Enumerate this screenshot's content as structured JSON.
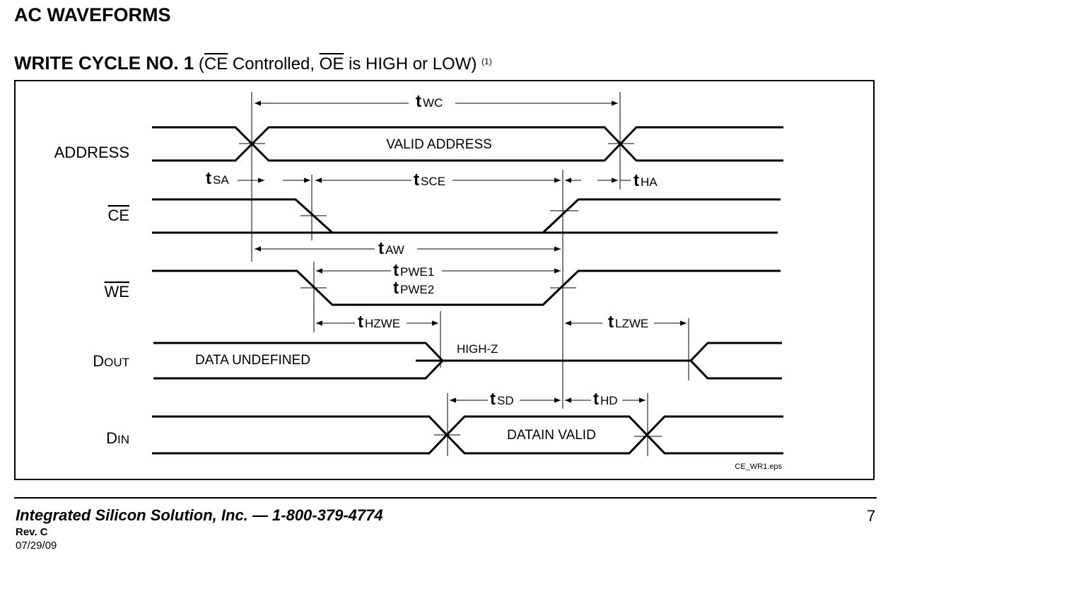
{
  "heading": "AC WAVEFORMS",
  "subheading": {
    "bold": "WRITE CYCLE NO. 1",
    "open": " (",
    "ce": "CE",
    "mid": " Controlled, ",
    "oe": "OE",
    "rest": " is HIGH or LOW) ",
    "note": "(1)"
  },
  "diagram": {
    "signals": {
      "address": "ADDRESS",
      "ce": "CE",
      "we": "WE",
      "dout_d": "D",
      "dout_rest": "OUT",
      "din_d": "D",
      "din_rest": "IN"
    },
    "labels": {
      "valid_address": "VALID ADDRESS",
      "data_undefined": "DATA UNDEFINED",
      "high_z": "HIGH-Z",
      "datain_valid": "DATAIN VALID"
    },
    "timing": {
      "t": "t",
      "wc": "WC",
      "sa": "SA",
      "sce": "SCE",
      "ha": "HA",
      "aw": "AW",
      "pwe1": "PWE1",
      "pwe2": "PWE2",
      "hzwe": "HZWE",
      "lzwe": "LZWE",
      "sd": "SD",
      "hd": "HD"
    },
    "filename": "CE_WR1.eps"
  },
  "footer": {
    "company": "Integrated Silicon Solution, Inc. — 1-800-379-4774",
    "page": "7",
    "rev": "Rev.  C",
    "date": "07/29/09"
  }
}
